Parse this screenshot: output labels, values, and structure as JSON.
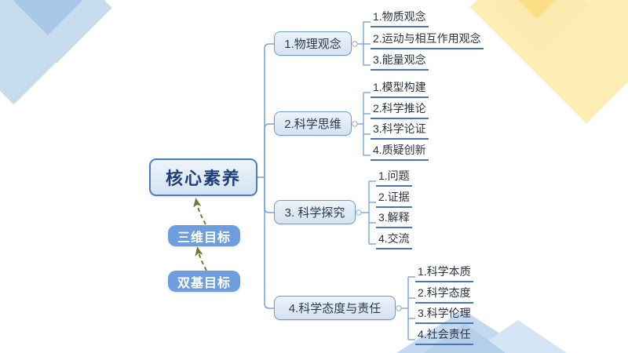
{
  "diagram": {
    "type": "mind-map",
    "title": "核心素养",
    "center": {
      "label": "核心素养"
    },
    "side_nodes": [
      {
        "label": "三维目标",
        "name": "goal-3d"
      },
      {
        "label": "双基目标",
        "name": "goal-base"
      }
    ],
    "branches": [
      {
        "label": "1.物理观念",
        "children": [
          "1.物质观念",
          "2.运动与相互作用观念",
          "3.能量观念"
        ]
      },
      {
        "label": "2.科学思维",
        "children": [
          "1.模型构建",
          "2.科学推论",
          "3.科学论证",
          "4.质疑创新"
        ]
      },
      {
        "label": "3. 科学探究",
        "children": [
          "1.问题",
          "2.证据",
          "3.解释",
          "4.交流"
        ]
      },
      {
        "label": "4.科学态度与责任",
        "children": [
          "1.科学本质",
          "2.科学态度",
          "3.科学伦理",
          "4.社会责任"
        ]
      }
    ]
  },
  "colors": {
    "center_border": "#4a7fbd",
    "center_text": "#1f3f7a",
    "goal_fill": "#6e9ede",
    "goal_text": "#ffffff",
    "branch_border": "#6f9ad2",
    "branch_text": "#2b3a4a",
    "leaf_text": "#2b3440",
    "leaf_underline": "#4a76b8",
    "connector": "#7ea6d4",
    "arrow_dashed": "#6d7b33",
    "deco_blue": "#c6dcee",
    "deco_blue_dark": "#a8c9e6",
    "deco_yellow": "#fdeeb6",
    "deco_yellow_dark": "#fbdd84",
    "background": "#ffffff"
  }
}
